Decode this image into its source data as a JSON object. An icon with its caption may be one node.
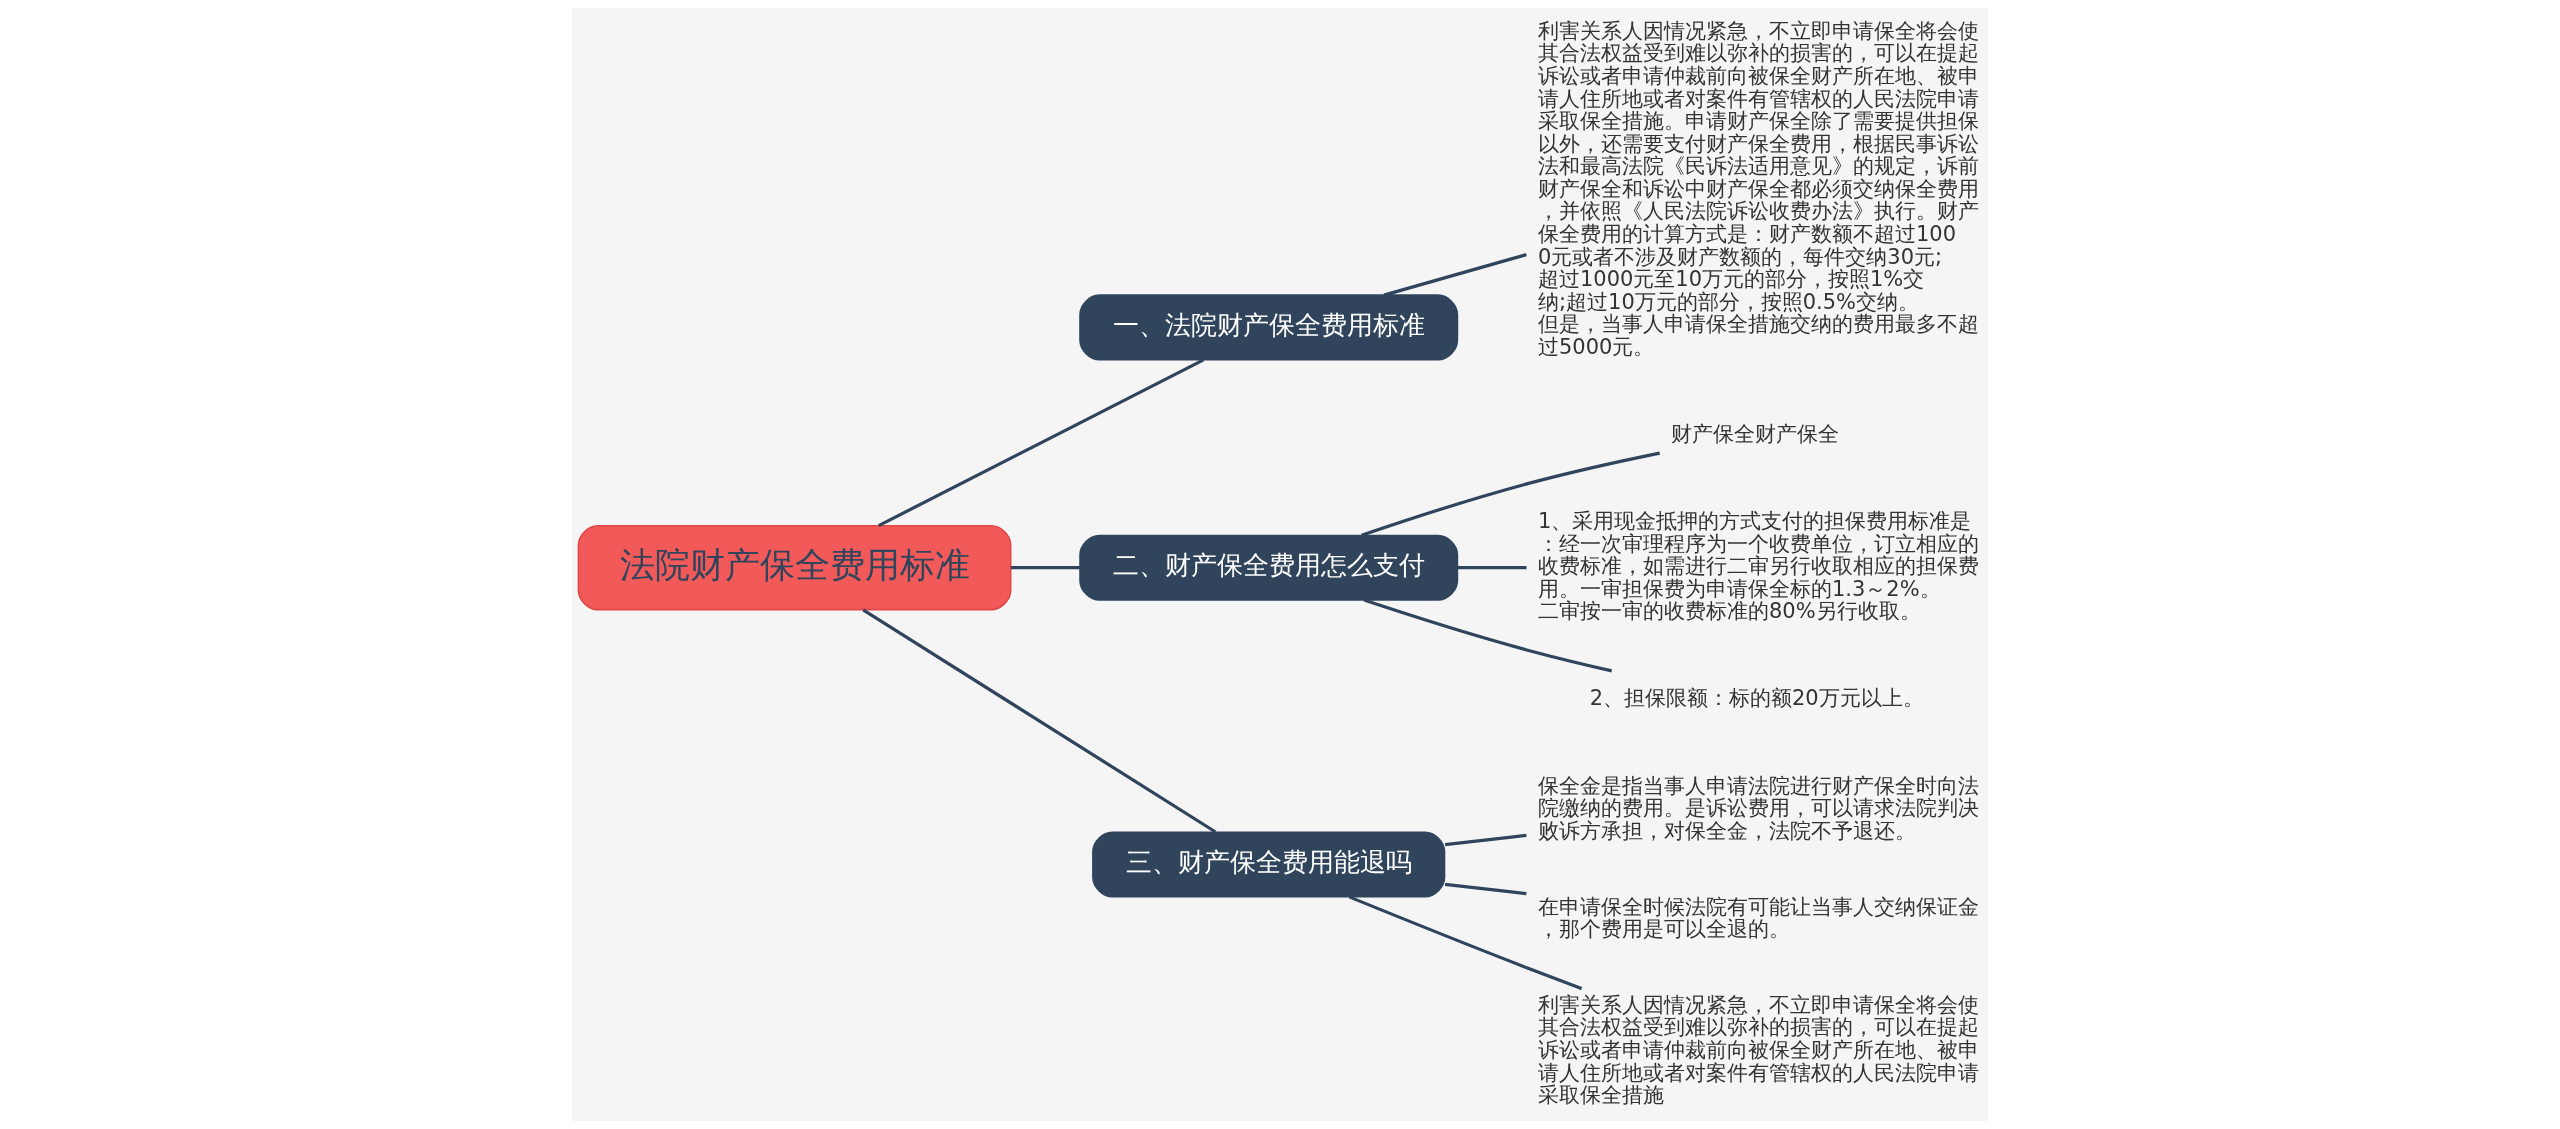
{
  "diagram": {
    "nodes": [
      {
        "text": [
          "法院财产保全费用标准"
        ]
      },
      {
        "text": [
          "一、法院财产保全费用标准"
        ]
      },
      {
        "text": [
          "利害关系人因情况紧急，不立即申请保全将会使其合法权益受到难以弥补的损害的，可以在提起诉讼或者申请仲裁前向被保全财产所在地、被申请人住所地或者对案件有管辖权的人民法院申请采取保全措施。申请财产保全除了需要提供担保以外，还需要支付财产保全费用，根据民事诉讼法和最高法院《民诉法适用意见》的规定，诉前财产保全和诉讼中财产保全都必须交纳保全费用，并依照《人民法院诉讼收费办法》执行。财产保全费用的计算方式是：财产数额不超过1000元或者不涉及财产数额的，每件交纳30元;超过1000元至10万元的部分，按照1%交纳;超过10万元的部分，按照0.5%交纳。但是，当事人申请保全措施交纳的费用最多不超过5000元。"
        ]
      },
      {
        "text": [
          "二、财产保全费用怎么支付"
        ]
      },
      {
        "text": [
          "财产保全财产保全"
        ]
      },
      {
        "text": [
          "1、采用现金抵押的方式支付的担保费用标准是：经一次审理程序为一个收费单位，订立相应的收费标准，如需进行二审另行收取相应的担保费用。一审担保费为申请保全标的1.3～2%。二审按一审的收费标准的80%另行收取。"
        ]
      },
      {
        "text": [
          "2、担保限额：标的额20万元以上。"
        ]
      },
      {
        "text": [
          "三、财产保全费用能退吗"
        ]
      },
      {
        "text": [
          "保全金是指当事人申请法院进行财产保全时向法院缴纳的费用。是诉讼费用，可以请求法院判决败诉方承担，对保全金，法院不予退还。"
        ]
      },
      {
        "text": [
          "在申请保全时候法院有可能让当事人交纳保证金，那个费用是可以全退的。"
        ]
      },
      {
        "text": [
          "利害关系人因情况紧急，不立即申请保全将会使其合法权益受到难以弥补的损害的，可以在提起诉讼或者申请仲裁前向被保全财产所在地、被申请人住所地或者对案件有管辖权的人民法院申请采取保全措施"
        ]
      }
    ],
    "edges": [
      {
        "from": 0,
        "to": 1,
        "arrow": "none"
      },
      {
        "from": 1,
        "to": 2,
        "arrow": "none"
      },
      {
        "from": 0,
        "to": 3,
        "arrow": "none"
      },
      {
        "from": 3,
        "to": 4,
        "arrow": "none"
      },
      {
        "from": 3,
        "to": 5,
        "arrow": "none"
      },
      {
        "from": 3,
        "to": 6,
        "arrow": "none"
      },
      {
        "from": 0,
        "to": 7,
        "arrow": "none"
      },
      {
        "from": 7,
        "to": 8,
        "arrow": "none"
      },
      {
        "from": 7,
        "to": 9,
        "arrow": "none"
      },
      {
        "from": 7,
        "to": 10,
        "arrow": "none"
      }
    ]
  }
}
